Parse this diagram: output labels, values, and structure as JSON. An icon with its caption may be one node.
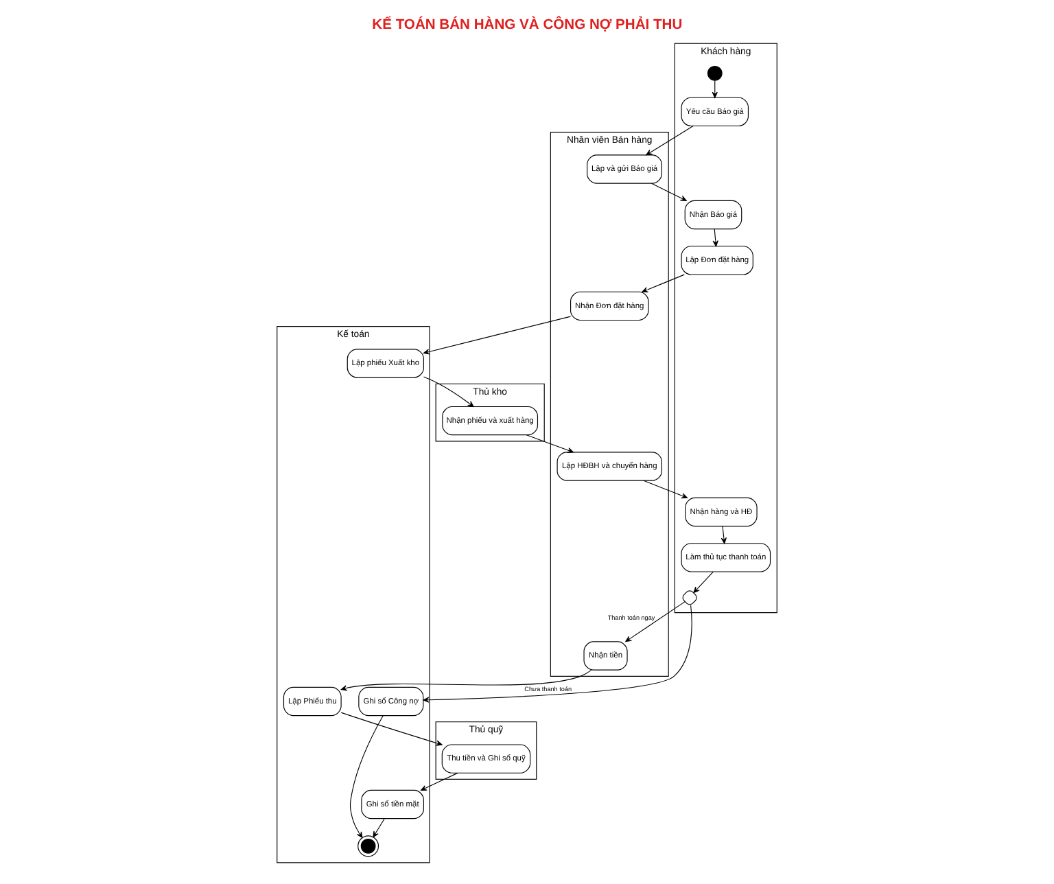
{
  "diagram": {
    "title": "KẾ TOÁN BÁN HÀNG VÀ CÔNG NỢ PHẢI THU",
    "nodes": [
      {
        "text": [
          "Khách hàng"
        ]
      },
      {
        "text": [
          "Nhân viên Bán hàng"
        ]
      },
      {
        "text": [
          "Kế toán"
        ]
      },
      {
        "text": [
          "Thủ kho"
        ]
      },
      {
        "text": [
          "Thủ quỹ"
        ]
      },
      {
        "text": [],
        "shape": "circle",
        "in": 0
      },
      {
        "text": [
          "Yêu cầu Báo giá"
        ],
        "in": 0
      },
      {
        "text": [
          "Lập và gửi Báo giá"
        ],
        "in": 1
      },
      {
        "text": [
          "Nhận Báo giá"
        ],
        "in": 0
      },
      {
        "text": [
          "Lập Đơn đặt hàng"
        ],
        "in": 0
      },
      {
        "text": [
          "Nhận Đơn đặt hàng"
        ],
        "in": 1
      },
      {
        "text": [
          "Lập phiếu Xuất kho"
        ],
        "in": 2
      },
      {
        "text": [
          "Nhận phiếu và xuất hàng"
        ],
        "in": 3
      },
      {
        "text": [
          "Nhận hàng và HĐ"
        ],
        "in": 0
      },
      {
        "text": [
          "Lập HĐBH và chuyển hàng"
        ],
        "in": 1
      },
      {
        "text": [
          "Làm thủ tục thanh toán"
        ],
        "in": 0
      },
      {
        "text": [],
        "shape": "diamond",
        "in": 0
      },
      {
        "text": [
          "Nhận tiền"
        ],
        "in": 1
      },
      {
        "text": [
          "Lập Phiếu thu"
        ],
        "in": 2
      },
      {
        "text": [
          "Thu tiền và Ghi sổ quỹ"
        ],
        "in": 4
      },
      {
        "text": [
          "Ghi sổ tiền mặt"
        ],
        "in": 2
      },
      {
        "text": [
          "Ghi sổ Công nợ"
        ],
        "in": 2
      },
      {
        "text": [],
        "shape": "circle",
        "in": 2
      }
    ],
    "edges": [
      {
        "from": 5,
        "to": 6,
        "arrow": "to"
      },
      {
        "from": 6,
        "to": 7,
        "arrow": "to"
      },
      {
        "from": 7,
        "to": 8,
        "arrow": "to"
      },
      {
        "from": 8,
        "to": 9,
        "arrow": "to"
      },
      {
        "from": 9,
        "to": 10,
        "arrow": "to"
      },
      {
        "from": 10,
        "to": 11,
        "arrow": "to"
      },
      {
        "from": 11,
        "to": 12,
        "arrow": "to"
      },
      {
        "from": 12,
        "to": 14,
        "arrow": "to"
      },
      {
        "from": 14,
        "to": 13,
        "arrow": "to"
      },
      {
        "from": 13,
        "to": 15,
        "arrow": "to"
      },
      {
        "from": 15,
        "to": 16,
        "arrow": "to"
      },
      {
        "from": 16,
        "to": 17,
        "arrow": "to",
        "label": "Thanh toán ngay"
      },
      {
        "from": 17,
        "to": 18,
        "arrow": "to"
      },
      {
        "from": 18,
        "to": 19,
        "arrow": "to"
      },
      {
        "from": 19,
        "to": 20,
        "arrow": "to"
      },
      {
        "from": 16,
        "to": 21,
        "arrow": "to",
        "label": "Chưa thanh toán"
      },
      {
        "from": 21,
        "to": 22,
        "arrow": "to"
      },
      {
        "from": 20,
        "to": 22,
        "arrow": "to"
      }
    ]
  }
}
